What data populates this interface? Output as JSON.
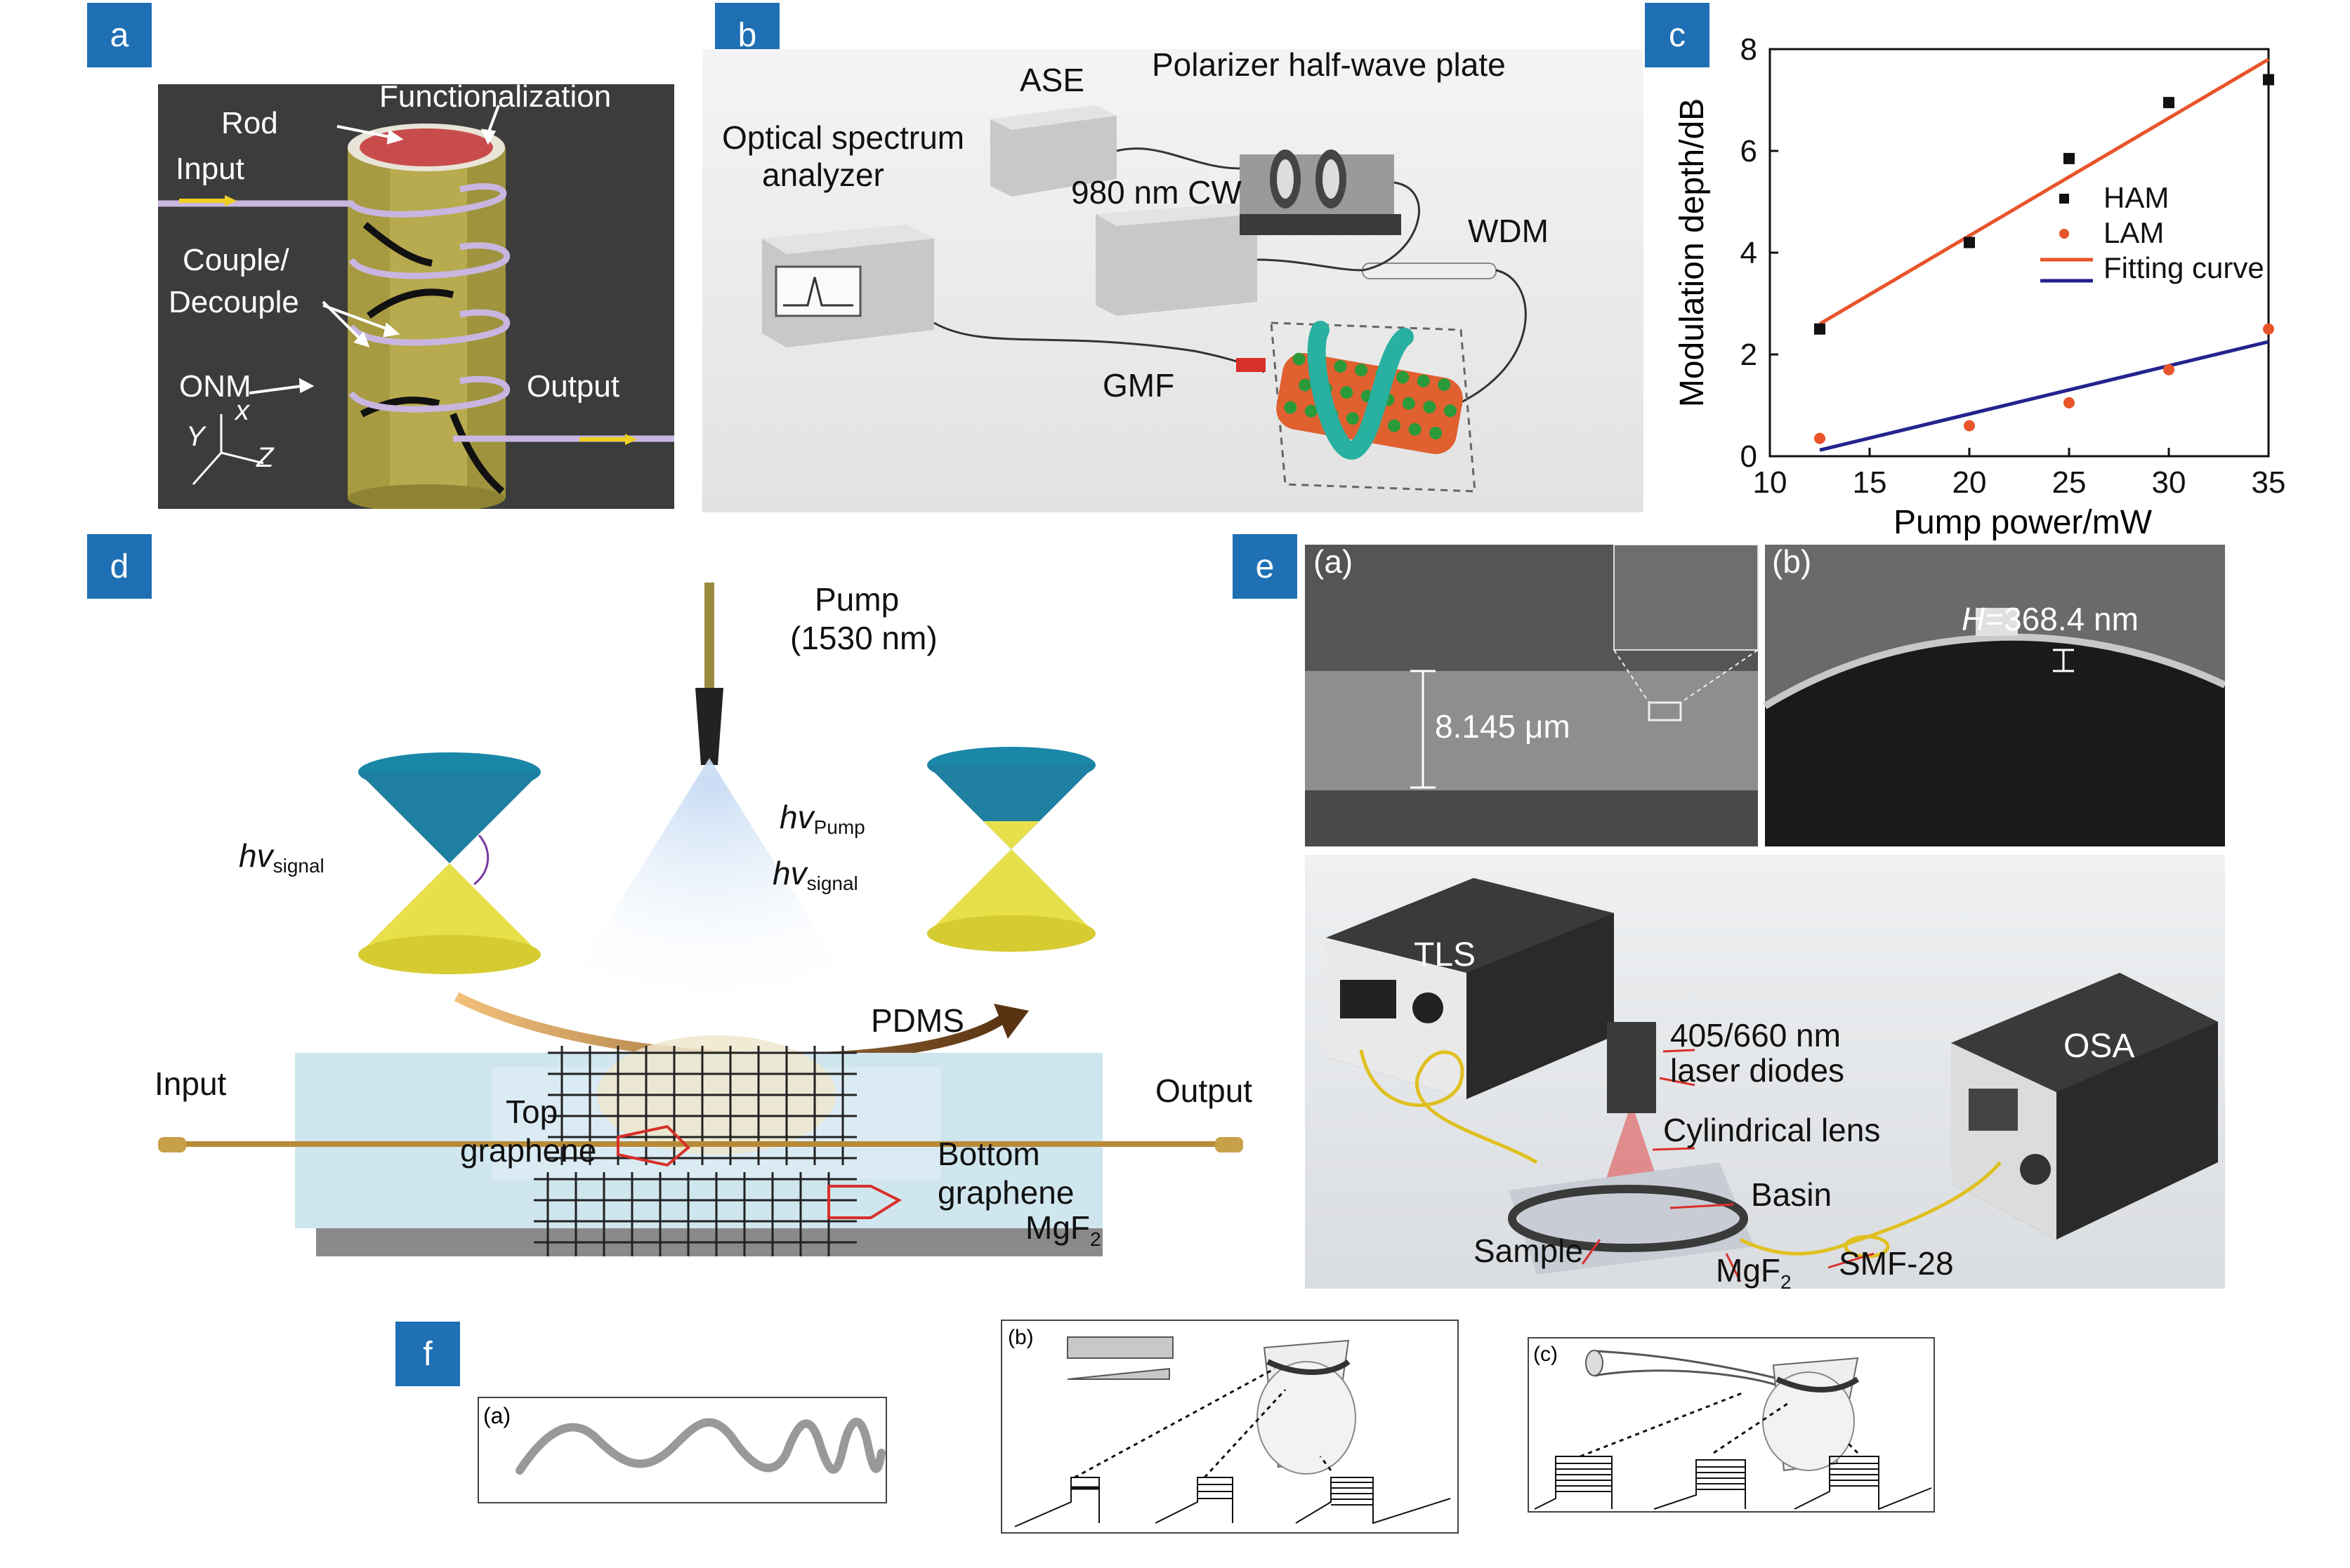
{
  "labels": {
    "a": "a",
    "b": "b",
    "c": "c",
    "d": "d",
    "e": "e",
    "f": "f"
  },
  "panel_a": {
    "rod": "Rod",
    "functionalization": "Functionalization",
    "input": "Input",
    "couple": "Couple/",
    "decouple": "Decouple",
    "onm": "ONM",
    "x": "x",
    "output": "Output",
    "axis_y": "Y",
    "axis_z": "Z"
  },
  "panel_b": {
    "ase": "ASE",
    "polarizer": "Polarizer half-wave plate",
    "osa_line1": "Optical spectrum",
    "osa_line2": "analyzer",
    "cw": "980 nm CW",
    "wdm": "WDM",
    "gmf": "GMF"
  },
  "panel_d": {
    "pump": "Pump",
    "pump_wl": "(1530 nm)",
    "hv": "hv",
    "signal": "signal",
    "pump_sub": "Pump",
    "pdms": "PDMS",
    "input": "Input",
    "output": "Output",
    "top": "Top",
    "graphene": "graphene",
    "bottom": "Bottom",
    "mgf": "MgF",
    "mgf_sub": "2"
  },
  "panel_e": {
    "sub_a": "(a)",
    "sub_b": "(b)",
    "diam": "8.145 μm",
    "h_italic": "H",
    "height": "=368.4 nm",
    "tls": "TLS",
    "osa": "OSA",
    "ld_line1": "405/660 nm",
    "ld_line2": "laser diodes",
    "cyl": "Cylindrical lens",
    "basin": "Basin",
    "sample": "Sample",
    "mgf": "MgF",
    "mgf_sub": "2",
    "smf": "SMF-28"
  },
  "panel_f": {
    "sub_a": "(a)",
    "sub_b": "(b)",
    "sub_c": "(c)"
  },
  "colors": {
    "tag": "#1f6fb4",
    "ham_fit": "#e8542a",
    "lam_fit": "#23238f",
    "ham": "#111111",
    "lam": "#e8542a"
  },
  "chart_data": {
    "type": "scatter",
    "xlabel": "Pump power/mW",
    "ylabel": "Modulation depth/dB",
    "xlim": [
      10,
      35
    ],
    "ylim": [
      0,
      8
    ],
    "xticks": [
      10,
      15,
      20,
      25,
      30,
      35
    ],
    "yticks": [
      0,
      2,
      4,
      6,
      8
    ],
    "legend_position": "right",
    "series": [
      {
        "name": "HAM",
        "marker": "square",
        "color": "#111111",
        "x": [
          12.5,
          20,
          25,
          30,
          35
        ],
        "y": [
          2.5,
          4.2,
          5.85,
          6.95,
          7.4
        ]
      },
      {
        "name": "LAM",
        "marker": "circle",
        "color": "#e8542a",
        "x": [
          12.5,
          20,
          25,
          30,
          35
        ],
        "y": [
          0.35,
          0.6,
          1.05,
          1.7,
          2.5
        ]
      }
    ],
    "fits": [
      {
        "name": "Fitting curve",
        "of": "HAM",
        "color": "#e8542a",
        "x": [
          12.5,
          35
        ],
        "y": [
          2.6,
          7.8
        ]
      },
      {
        "name": "Fitting curve",
        "of": "LAM",
        "color": "#23238f",
        "x": [
          12.5,
          35
        ],
        "y": [
          0.12,
          2.25
        ]
      }
    ],
    "legend": [
      "HAM",
      "LAM",
      "Fitting curve"
    ]
  }
}
